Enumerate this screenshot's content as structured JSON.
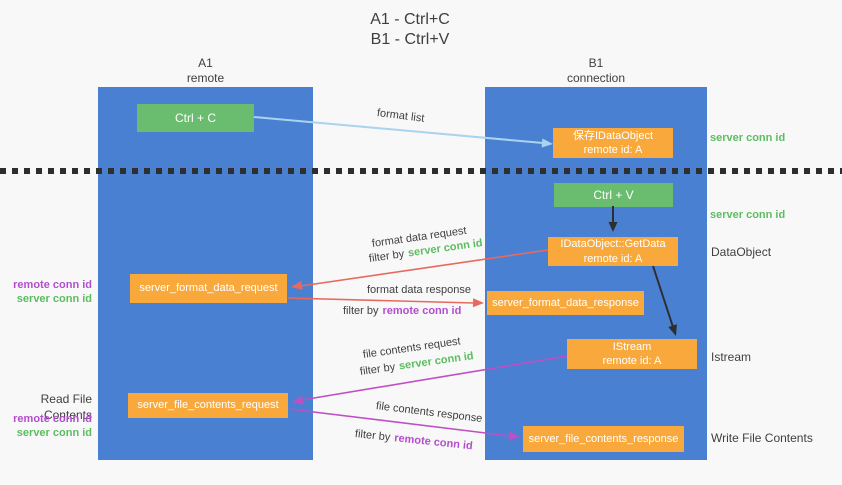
{
  "colors": {
    "bg": "#f8f8f8",
    "blue": "#4a80d2",
    "green": "#6abd6e",
    "orange": "#f9a93c",
    "salmon_arrow": "#e8695e",
    "magenta_arrow": "#bf4fc4",
    "lightblue_arrow": "#a9d3ee",
    "green_text": "#5cbd60",
    "purple_text": "#b14fcd",
    "dark_text": "#3f3f3f",
    "dash": "#2e2e2e"
  },
  "title": {
    "line1": "A1 - Ctrl+C",
    "line2": "B1 - Ctrl+V"
  },
  "columns": {
    "a1": {
      "name": "A1",
      "subtitle": "remote"
    },
    "b1": {
      "name": "B1",
      "subtitle": "connection"
    }
  },
  "boxes": {
    "ctrl_c": {
      "label": "Ctrl + C"
    },
    "ctrl_v": {
      "label": "Ctrl + V"
    },
    "save_dataobject": {
      "line1": "保存IDataObject",
      "line2": "remote id: A"
    },
    "getdata": {
      "line1": "IDataObject::GetData",
      "line2": "remote id: A"
    },
    "istream": {
      "line1": "IStream",
      "line2": "remote id: A"
    },
    "format_request": {
      "label": "server_format_data_request"
    },
    "format_response": {
      "label": "server_format_data_response"
    },
    "file_request": {
      "label": "server_file_contents_request"
    },
    "file_response": {
      "label": "server_file_contents_response"
    }
  },
  "arrow_labels": {
    "format_list": "format list",
    "format_data_request": "format data request",
    "format_data_response": "format data response",
    "file_contents_request": "file contents request",
    "file_contents_response": "file contents response",
    "filter_by": "filter by",
    "server_conn_id": "server conn id",
    "remote_conn_id": "remote conn id"
  },
  "side_labels": {
    "server_conn_id": "server conn id",
    "remote_conn_id": "remote conn id",
    "dataobject": "DataObject",
    "istream": "Istream",
    "read_file_contents": "Read File Contents",
    "write_file_contents": "Write File Contents"
  }
}
